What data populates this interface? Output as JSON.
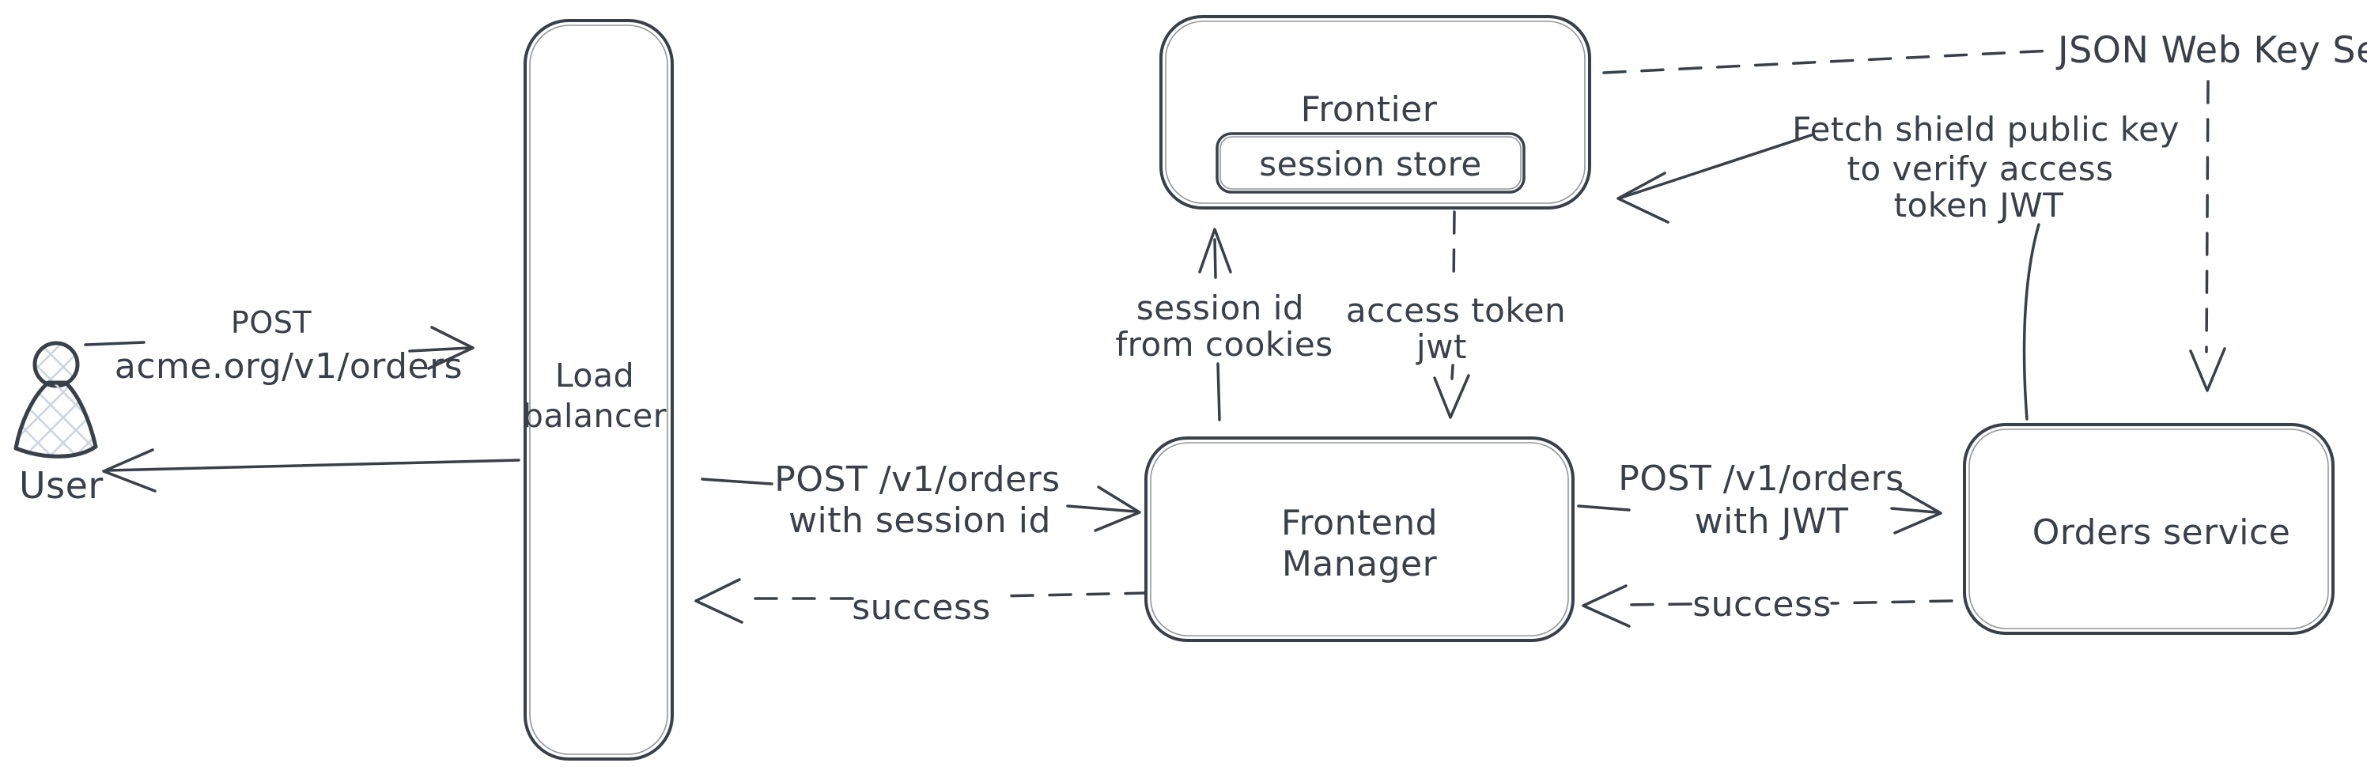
{
  "diagram": {
    "colors": {
      "ink": "#39404a",
      "hatch": "#ccd6e0",
      "background": "#ffffff"
    },
    "nodes": {
      "user": {
        "label": "User"
      },
      "load_balancer": {
        "lines": [
          "Load",
          "balancer"
        ]
      },
      "frontier": {
        "label": "Frontier",
        "session_store": {
          "label": "session store"
        }
      },
      "frontend_manager": {
        "lines": [
          "Frontend",
          "Manager"
        ]
      },
      "orders_service": {
        "label": "Orders service"
      }
    },
    "edges": {
      "user_to_lb": {
        "lines": [
          "POST",
          "acme.org/v1/orders"
        ]
      },
      "lb_to_fm": {
        "lines": [
          "POST /v1/orders",
          "with session id"
        ]
      },
      "fm_to_lb": {
        "label": "success"
      },
      "fm_to_frontier": {
        "lines": [
          "session id",
          "from cookies"
        ]
      },
      "frontier_to_fm": {
        "lines": [
          "access token",
          "jwt"
        ]
      },
      "fm_to_orders": {
        "lines": [
          "POST /v1/orders",
          "with JWT"
        ]
      },
      "orders_to_fm": {
        "label": "success"
      },
      "orders_to_frontier": {
        "lines": [
          "Fetch shield public key",
          "to verify access",
          "token JWT"
        ]
      },
      "frontier_to_jwks": {
        "label": "JSON Web Key Set"
      }
    }
  }
}
